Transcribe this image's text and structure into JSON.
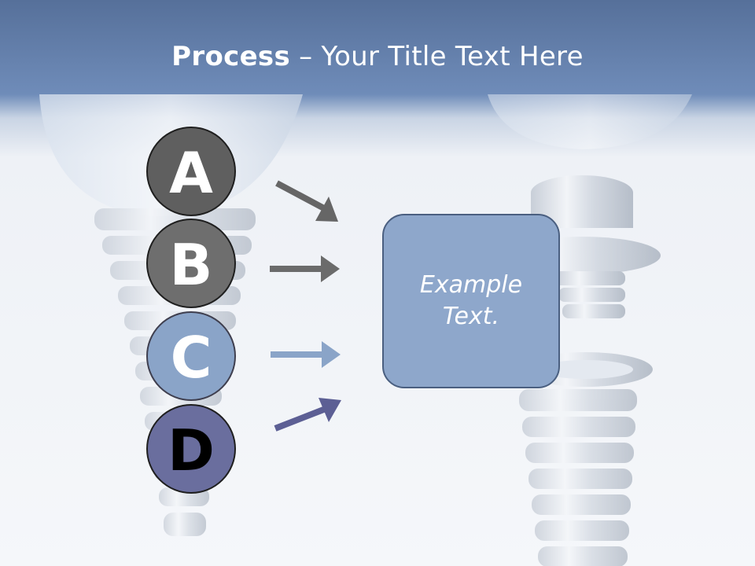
{
  "title": {
    "bold": "Process",
    "rest": " – Your Title Text Here"
  },
  "steps": [
    {
      "letter": "A",
      "color": "#5f5f5f",
      "arrow_color": "#666666"
    },
    {
      "letter": "B",
      "color": "#6e6e6e",
      "arrow_color": "#6b6b6b"
    },
    {
      "letter": "C",
      "color": "#8aa4c8",
      "arrow_color": "#8aa4c8"
    },
    {
      "letter": "D",
      "color": "#6a6e9e",
      "arrow_color": "#5c5f94"
    }
  ],
  "content_box": {
    "text": "Example Text.",
    "color": "#8ea7cb"
  },
  "background_image": "dental-implant-illustration"
}
